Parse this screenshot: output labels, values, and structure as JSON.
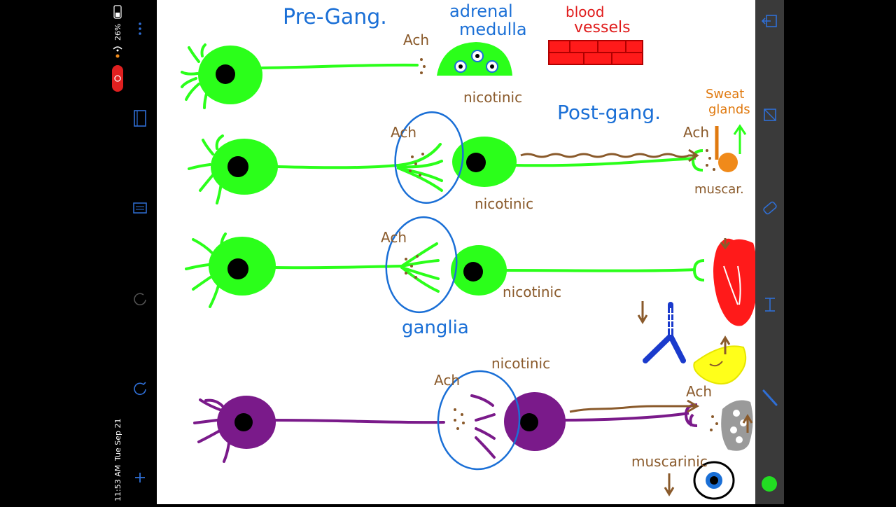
{
  "status_bar": {
    "time": "11:53 AM",
    "date": "Tue Sep 21",
    "battery": "26%"
  },
  "icons": {
    "status": [
      "battery-icon",
      "wifi-icon",
      "record-icon"
    ],
    "left_toolbar": [
      "page-icon",
      "note-icon",
      "redo-icon",
      "refresh-icon",
      "add-icon"
    ],
    "right_toolbar": [
      "exit-icon",
      "crop-icon",
      "eraser-icon",
      "text-cursor-icon",
      "pen-icon",
      "color-dot-icon"
    ]
  },
  "colors": {
    "preganglionic_neuron": "#2bff1a",
    "parasympathetic_neuron": "#7a1a8a",
    "ink_blue": "#1a6fd6",
    "ink_brown": "#8a5a2b",
    "ink_red": "#e01b1b",
    "active_color": "#22dd22"
  },
  "labels": {
    "pre_gang": "Pre-Gang.",
    "adrenal_medulla_1": "adrenal",
    "adrenal_medulla_2": "medulla",
    "blood_vessels_1": "blood",
    "blood_vessels_2": "vessels",
    "post_gang": "Post-gang.",
    "sweat_glands_1": "Sweat",
    "sweat_glands_2": "glands",
    "ganglia": "ganglia",
    "ach_1": "Ach",
    "ach_2": "Ach",
    "ach_3": "Ach",
    "ach_4": "Ach",
    "ach_5": "Ach",
    "ach_6": "Ach",
    "nicotinic_1": "nicotinic",
    "nicotinic_2": "nicotinic",
    "nicotinic_3": "nicotinic",
    "nicotinic_4": "nicotinic",
    "muscarinic_short": "muscar.",
    "muscarinic": "muscarinic"
  }
}
